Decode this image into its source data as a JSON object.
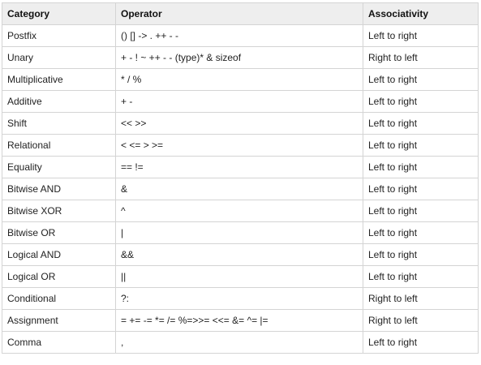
{
  "table": {
    "headers": [
      "Category",
      "Operator",
      "Associativity"
    ],
    "rows": [
      {
        "category": "Postfix",
        "operator": "() [] -> . ++ - -",
        "associativity": "Left to right"
      },
      {
        "category": "Unary",
        "operator": "+ - ! ~ ++ - - (type)* & sizeof",
        "associativity": "Right to left"
      },
      {
        "category": "Multiplicative",
        "operator": "* / %",
        "associativity": "Left to right"
      },
      {
        "category": "Additive",
        "operator": "+ -",
        "associativity": "Left to right"
      },
      {
        "category": "Shift",
        "operator": "<< >>",
        "associativity": "Left to right"
      },
      {
        "category": "Relational",
        "operator": "< <= > >=",
        "associativity": "Left to right"
      },
      {
        "category": "Equality",
        "operator": "== !=",
        "associativity": "Left to right"
      },
      {
        "category": "Bitwise AND",
        "operator": "&",
        "associativity": "Left to right"
      },
      {
        "category": "Bitwise XOR",
        "operator": "^",
        "associativity": "Left to right"
      },
      {
        "category": "Bitwise OR",
        "operator": "|",
        "associativity": "Left to right"
      },
      {
        "category": "Logical AND",
        "operator": "&&",
        "associativity": "Left to right"
      },
      {
        "category": "Logical OR",
        "operator": "||",
        "associativity": "Left to right"
      },
      {
        "category": "Conditional",
        "operator": "?:",
        "associativity": "Right to left"
      },
      {
        "category": "Assignment",
        "operator": "= += -= *= /= %=>>= <<= &= ^= |=",
        "associativity": "Right to left"
      },
      {
        "category": "Comma",
        "operator": ",",
        "associativity": "Left to right"
      }
    ]
  },
  "colors": {
    "header_background": "#eeeeee",
    "border": "#d4d4d4",
    "text": "#222222"
  }
}
